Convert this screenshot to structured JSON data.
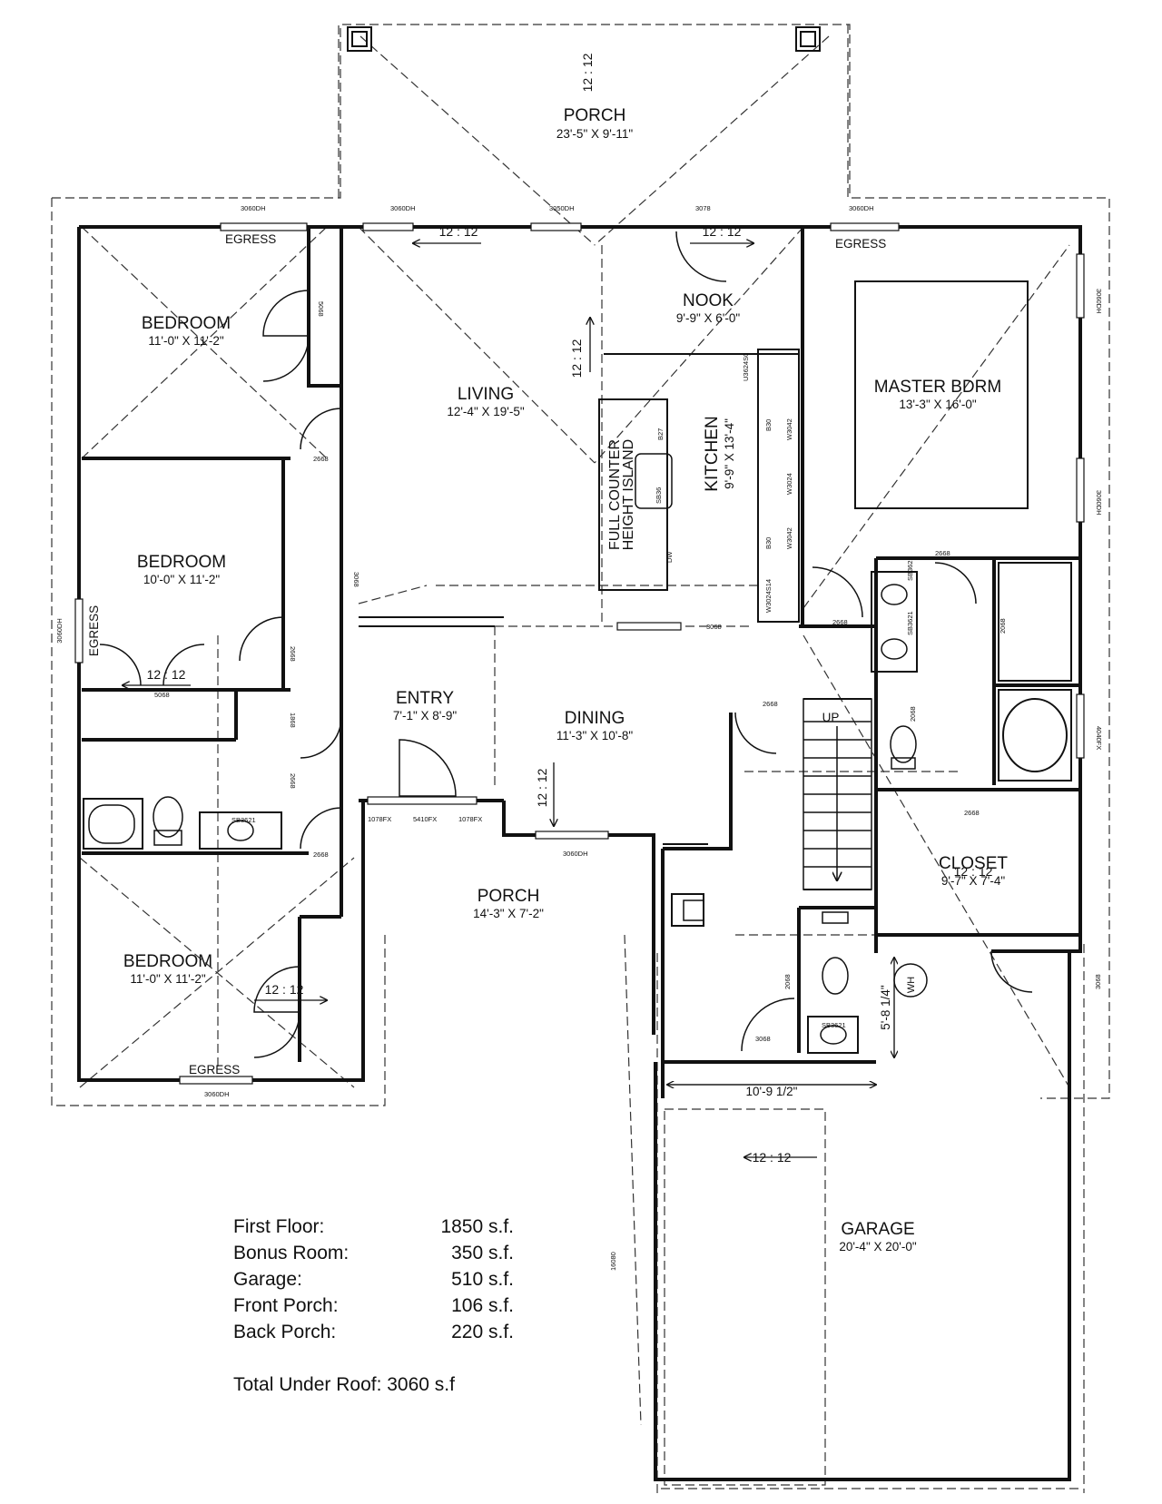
{
  "rooms": {
    "porch_back": {
      "name": "PORCH",
      "dim": "23'-5\" X 9'-11\""
    },
    "bedroom1": {
      "name": "BEDROOM",
      "dim": "11'-0\" X 11'-2\""
    },
    "bedroom2": {
      "name": "BEDROOM",
      "dim": "10'-0\" X 11'-2\""
    },
    "bedroom3": {
      "name": "BEDROOM",
      "dim": "11'-0\" X 11'-2\""
    },
    "living": {
      "name": "LIVING",
      "dim": "12'-4\" X 19'-5\""
    },
    "nook": {
      "name": "NOOK",
      "dim": "9'-9\" X 6'-0\""
    },
    "kitchen": {
      "name": "KITCHEN",
      "dim": "9'-9\" X 13'-4\""
    },
    "island_line1": "FULL COUNTER",
    "island_line2": "HEIGHT ISLAND",
    "master": {
      "name": "MASTER BDRM",
      "dim": "13'-3\" X 16'-0\""
    },
    "entry": {
      "name": "ENTRY",
      "dim": "7'-1\" X 8'-9\""
    },
    "dining": {
      "name": "DINING",
      "dim": "11'-3\" X 10'-8\""
    },
    "porch_front": {
      "name": "PORCH",
      "dim": "14'-3\" X 7'-2\""
    },
    "closet": {
      "name": "CLOSET",
      "dim": "9'-7\" X 7'-4\""
    },
    "garage": {
      "name": "GARAGE",
      "dim": "20'-4\" X 20'-0\""
    }
  },
  "labels": {
    "egress": "EGRESS",
    "up": "UP",
    "wh": "WH",
    "pitch": "12 : 12",
    "dim_hall": "10'-9 1/2\"",
    "dim_bath": "5'-8 1/4\""
  },
  "codes": {
    "w3060dh": "3060DH",
    "w3050dh": "3050DH",
    "d3078": "3078",
    "d2668": "2668",
    "d5068": "5068",
    "d3068": "3068",
    "d2068": "2068",
    "d1868": "1868",
    "w1078fx": "1078FX",
    "w5410fx": "5410FX",
    "w4040fx": "4040FX",
    "sb3621": "SB3621",
    "sb3621b": "SB3621",
    "d16080": "16080",
    "cab_u3624": "U3624S0",
    "cab_b27": "B27",
    "cab_b30": "B30",
    "cab_w3042": "W3042",
    "cab_w3024": "W3024",
    "cab_w3042b": "W3042",
    "cab_w3024b": "W3024S14",
    "cab_b30b": "B30",
    "sink_code": "SB36",
    "dw_code": "DW"
  },
  "summary": {
    "rows": [
      {
        "label": "First Floor:",
        "value": "1850 s.f."
      },
      {
        "label": "Bonus Room:",
        "value": "350 s.f."
      },
      {
        "label": "Garage:",
        "value": "510 s.f."
      },
      {
        "label": "Front Porch:",
        "value": "106 s.f."
      },
      {
        "label": "Back Porch:",
        "value": "220 s.f."
      }
    ],
    "total": "Total Under Roof: 3060 s.f"
  }
}
